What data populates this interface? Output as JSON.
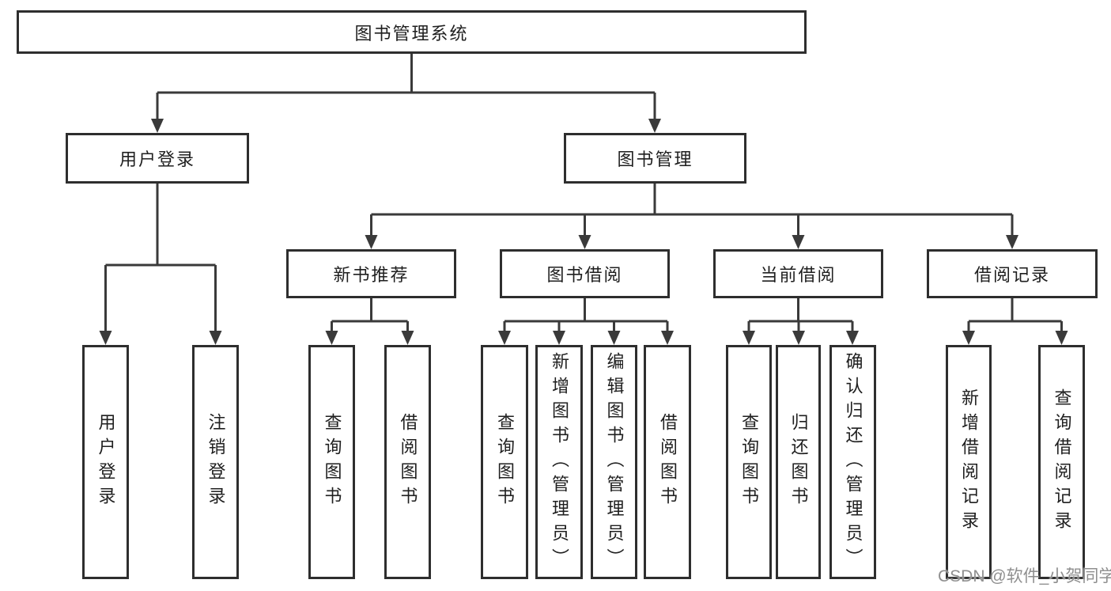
{
  "diagram": {
    "type": "hierarchy-tree",
    "title": "图书管理系统",
    "colors": {
      "background": "#ffffff",
      "box_border": "#2e2e2e",
      "line": "#3a3a3a",
      "text": "#1f1f1f",
      "watermark": "#8f8f8f"
    },
    "nodes": [
      {
        "id": "root",
        "level": 1,
        "label": "图书管理系统"
      },
      {
        "id": "user-login",
        "level": 2,
        "label": "用户登录"
      },
      {
        "id": "book-management",
        "level": 2,
        "label": "图书管理"
      },
      {
        "id": "new-book-recommend",
        "level": 3,
        "label": "新书推荐"
      },
      {
        "id": "book-borrowing",
        "level": 3,
        "label": "图书借阅"
      },
      {
        "id": "current-borrowing",
        "level": 3,
        "label": "当前借阅"
      },
      {
        "id": "borrowing-records",
        "level": 3,
        "label": "借阅记录"
      },
      {
        "id": "leaf-user-login",
        "level": 4,
        "label": "用户登录"
      },
      {
        "id": "leaf-logout",
        "level": 4,
        "label": "注销登录"
      },
      {
        "id": "leaf-query-books-1",
        "level": 4,
        "label": "查询图书"
      },
      {
        "id": "leaf-borrow-books-1",
        "level": 4,
        "label": "借阅图书"
      },
      {
        "id": "leaf-query-books-2",
        "level": 4,
        "label": "查询图书"
      },
      {
        "id": "leaf-add-books",
        "level": 4,
        "label": "新增图书（管理员）"
      },
      {
        "id": "leaf-edit-books",
        "level": 4,
        "label": "编辑图书（管理员）"
      },
      {
        "id": "leaf-borrow-books-2",
        "level": 4,
        "label": "借阅图书"
      },
      {
        "id": "leaf-query-books-3",
        "level": 4,
        "label": "查询图书"
      },
      {
        "id": "leaf-return-books",
        "level": 4,
        "label": "归还图书"
      },
      {
        "id": "leaf-confirm-return",
        "level": 4,
        "label": "确认归还（管理员）"
      },
      {
        "id": "leaf-add-borrow-record",
        "level": 4,
        "label": "新增借阅记录"
      },
      {
        "id": "leaf-query-borrow-record",
        "level": 4,
        "label": "查询借阅记录"
      }
    ],
    "edges": [
      {
        "from": "root",
        "to": "user-login"
      },
      {
        "from": "root",
        "to": "book-management"
      },
      {
        "from": "book-management",
        "to": "new-book-recommend"
      },
      {
        "from": "book-management",
        "to": "book-borrowing"
      },
      {
        "from": "book-management",
        "to": "current-borrowing"
      },
      {
        "from": "book-management",
        "to": "borrowing-records"
      },
      {
        "from": "user-login",
        "to": "leaf-user-login"
      },
      {
        "from": "user-login",
        "to": "leaf-logout"
      },
      {
        "from": "new-book-recommend",
        "to": "leaf-query-books-1"
      },
      {
        "from": "new-book-recommend",
        "to": "leaf-borrow-books-1"
      },
      {
        "from": "book-borrowing",
        "to": "leaf-query-books-2"
      },
      {
        "from": "book-borrowing",
        "to": "leaf-add-books"
      },
      {
        "from": "book-borrowing",
        "to": "leaf-edit-books"
      },
      {
        "from": "book-borrowing",
        "to": "leaf-borrow-books-2"
      },
      {
        "from": "current-borrowing",
        "to": "leaf-query-books-3"
      },
      {
        "from": "current-borrowing",
        "to": "leaf-return-books"
      },
      {
        "from": "current-borrowing",
        "to": "leaf-confirm-return"
      },
      {
        "from": "borrowing-records",
        "to": "leaf-add-borrow-record"
      },
      {
        "from": "borrowing-records",
        "to": "leaf-query-borrow-record"
      }
    ],
    "watermark": {
      "text": "CSDN @软件_小贺同学"
    }
  }
}
